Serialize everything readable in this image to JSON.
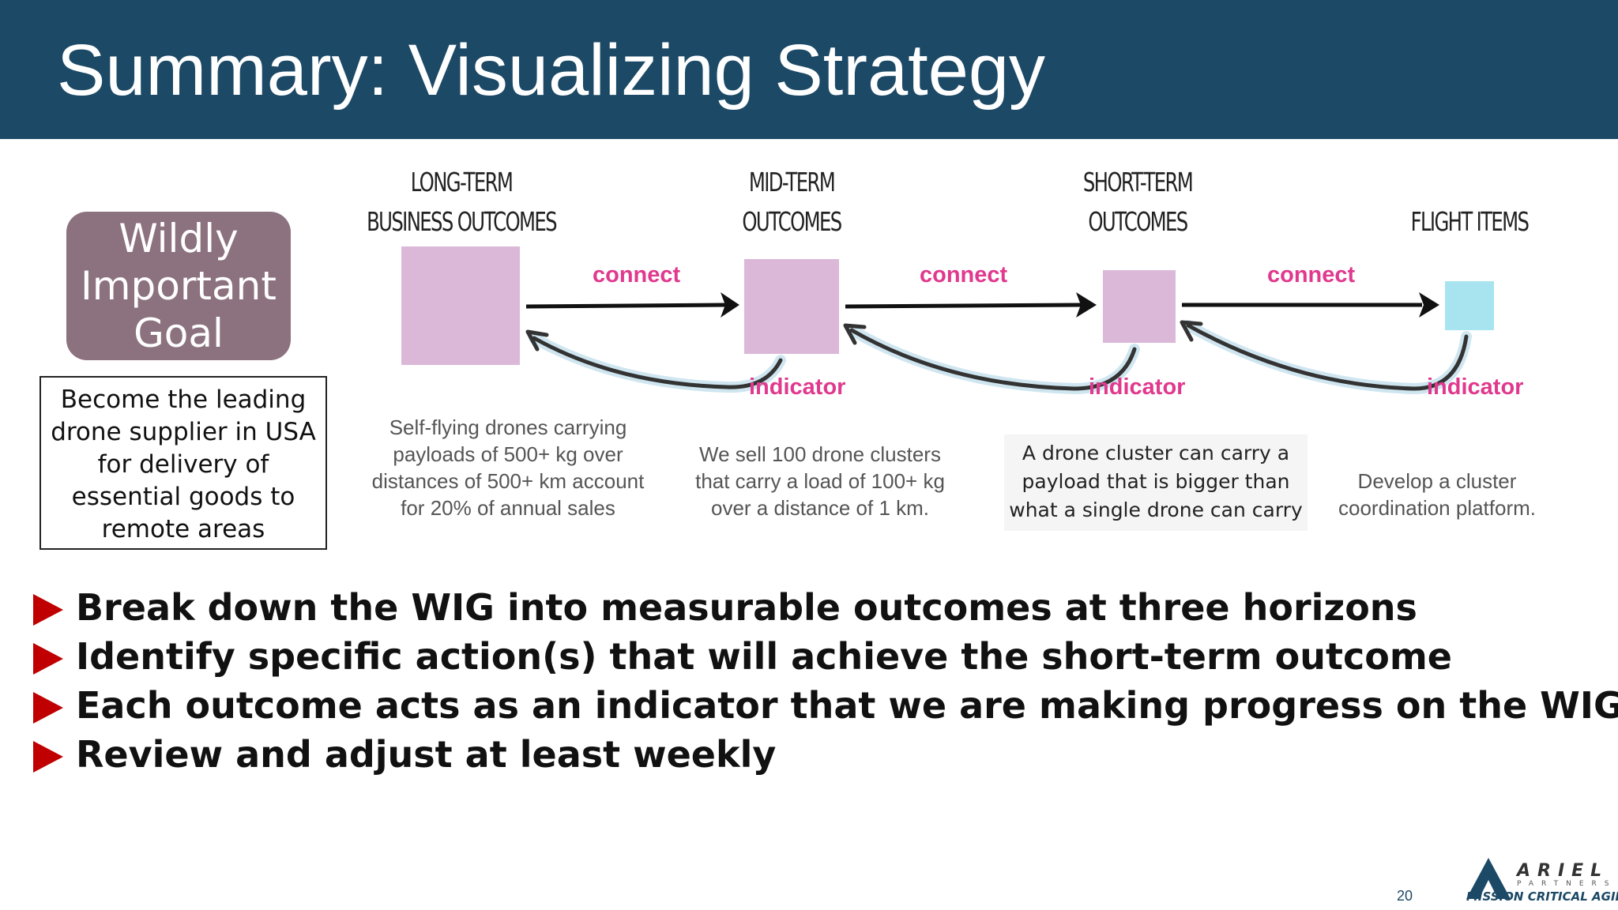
{
  "slide": {
    "title": "Summary: Visualizing Strategy",
    "page_number": "20"
  },
  "wig": {
    "lines": [
      "Wildly",
      "Important",
      "Goal"
    ],
    "goal_text": "Become the leading drone supplier in USA for delivery of essential goods to remote areas"
  },
  "diagram": {
    "stages": [
      {
        "heading_lines": [
          "LONG-TERM",
          "BUSINESS OUTCOMES"
        ],
        "description": "Self-flying drones carrying payloads of 500+ kg over distances of 500+ km account for 20% of annual sales"
      },
      {
        "heading_lines": [
          "MID-TERM",
          "OUTCOMES"
        ],
        "description": "We sell 100 drone clusters that carry a load of 100+ kg over a distance of 1 km."
      },
      {
        "heading_lines": [
          "SHORT-TERM",
          "OUTCOMES"
        ],
        "description": "A drone cluster can carry a payload that is bigger than what a single drone can carry"
      },
      {
        "heading_lines": [
          "FLIGHT ITEMS"
        ],
        "description": "Develop a cluster coordination platform."
      }
    ],
    "connect_label": "connect",
    "indicator_label": "indicator",
    "colors": {
      "outcome_square": "#dcb8d8",
      "flight_square": "#a8e4f0",
      "label_pink": "#e0398d",
      "arrow": "#111111",
      "return_arrow_glow": "#cfe6f0"
    }
  },
  "bullets": [
    "Break down the WIG into measurable outcomes at three horizons",
    "Identify specific action(s) that will achieve the short-term outcome",
    "Each outcome acts as an indicator that we are making progress on the WIG",
    "Review and adjust at least weekly"
  ],
  "logo": {
    "name": "ARIEL",
    "sub": "PARTNERS",
    "tagline": "MISSION CRITICAL AGILE"
  },
  "colors": {
    "header_bg": "#1c4966",
    "wig_box": "#8c717f",
    "bullet_marker": "#c00000"
  }
}
